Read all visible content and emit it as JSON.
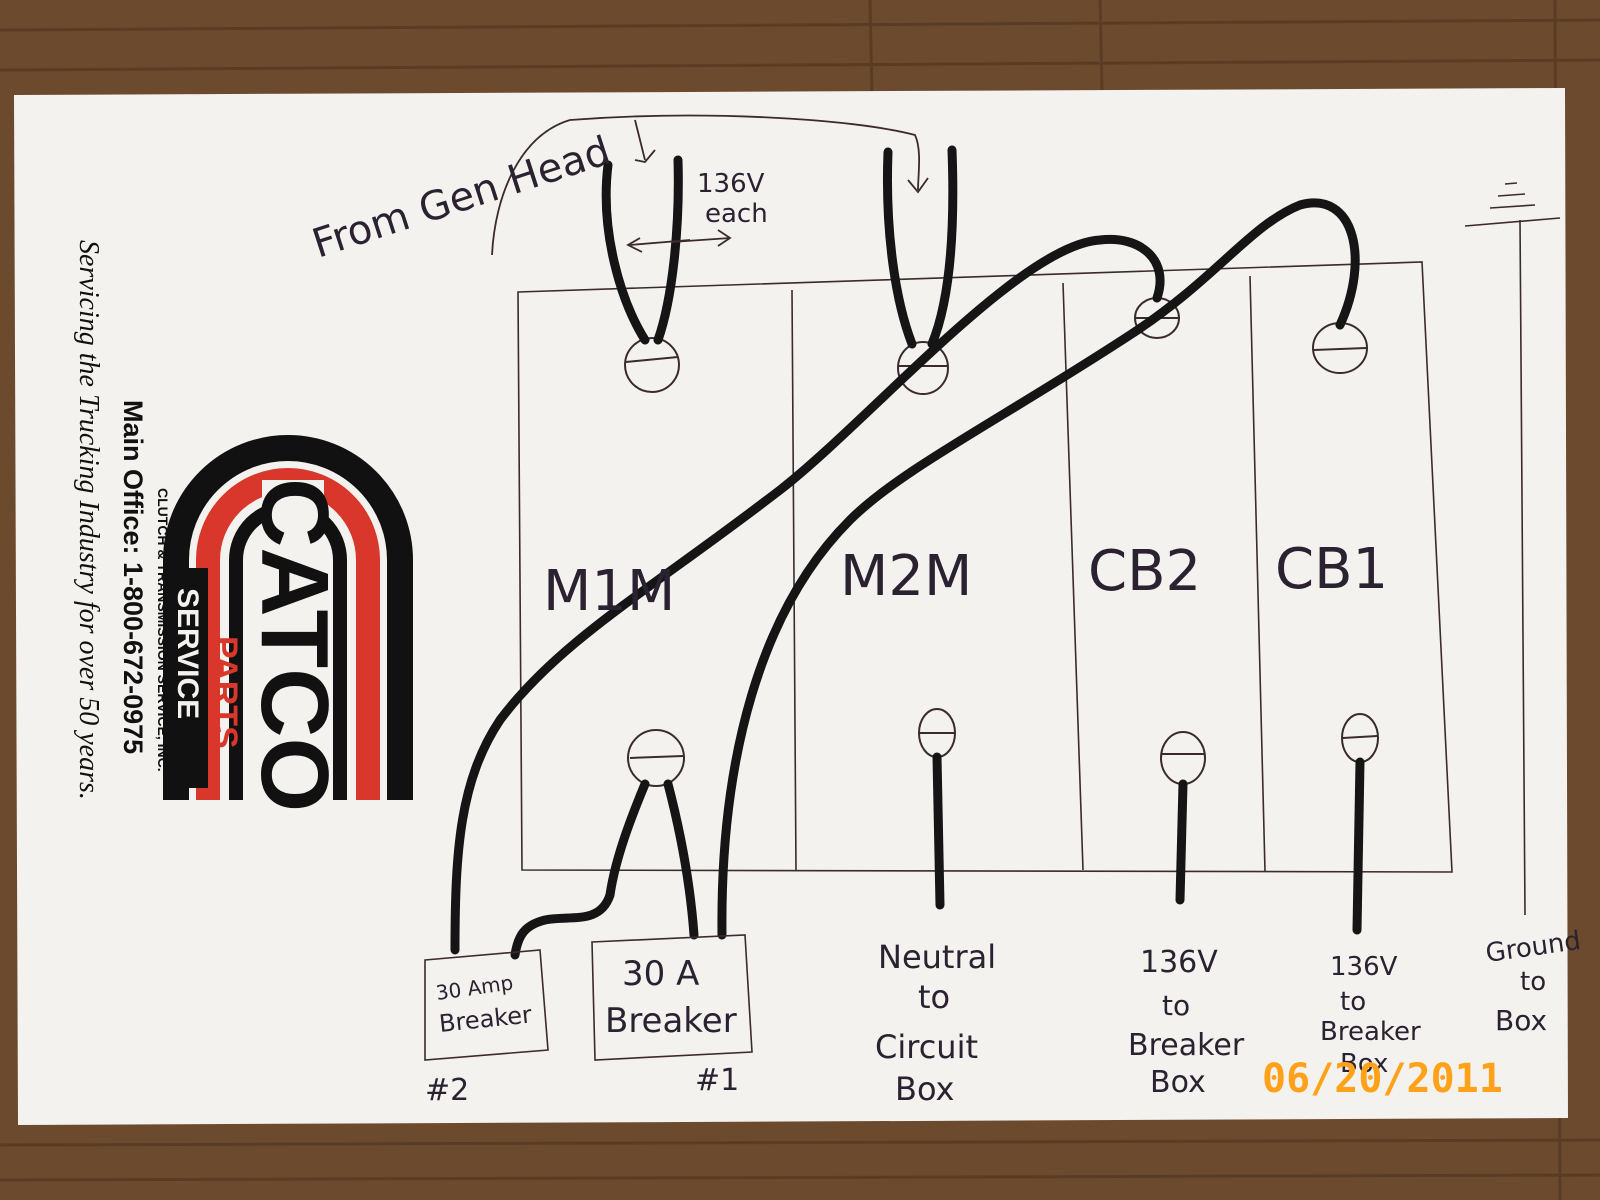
{
  "colors": {
    "wood": "#6b4a2e",
    "paper": "#f3f2ee",
    "ink": "#2a2230",
    "wire": "#151515",
    "logo_red": "#d9362c",
    "date_stamp": "#ffa21a"
  },
  "flyer": {
    "logo_text": "CATCO",
    "brand_line_1": "PARTS",
    "brand_line_2": "SERVICE",
    "company": "CLUTCH & TRANSMISSION SERVICE, INC.",
    "phone": "Main Office: 1-800-672-0975",
    "tagline": "Servicing the Trucking Industry for over 50 years."
  },
  "diagram": {
    "source_note": "From Gen Head",
    "voltage_note_line1": "136V",
    "voltage_note_line2": "each",
    "panels": [
      "M1M",
      "M2M",
      "CB2",
      "CB1"
    ],
    "breaker_2": {
      "line1": "30 Amp",
      "line2": "Breaker",
      "number": "#2"
    },
    "breaker_1": {
      "line1": "30 A",
      "line2": "Breaker",
      "number": "#1"
    },
    "neutral": {
      "line1": "Neutral",
      "line2": "to",
      "line3": "Circuit",
      "line4": "Box"
    },
    "out_cb2": {
      "line1": "136V",
      "line2": "to",
      "line3": "Breaker",
      "line4": "Box"
    },
    "out_cb1": {
      "line1": "136V",
      "line2": "to",
      "line3": "Breaker",
      "line4": "Box"
    },
    "ground": {
      "line1": "Ground",
      "line2": "to",
      "line3": "Box"
    }
  },
  "date_stamp": "06/20/2011"
}
